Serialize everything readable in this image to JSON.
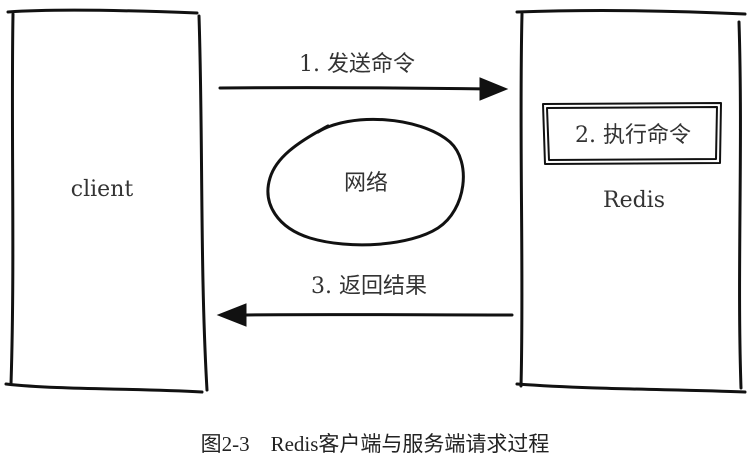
{
  "diagram": {
    "client_label": "client",
    "server_label": "Redis",
    "network_label": "网络",
    "step1_label": "1. 发送命令",
    "step2_label": "2. 执行命令",
    "step3_label": "3. 返回结果"
  },
  "caption": "图2-3　Redis客户端与服务端请求过程"
}
